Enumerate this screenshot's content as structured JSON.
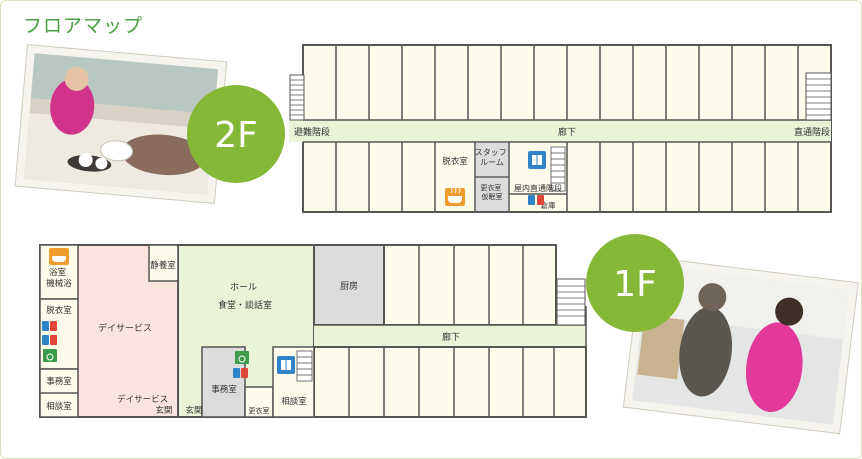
{
  "title": "フロアマップ",
  "floor2": {
    "badge": "2F",
    "labels": {
      "evacuation_stairs": "避難階段",
      "corridor": "廊下",
      "direct_stairs": "直通階段",
      "dressing_room": "脱衣室",
      "staff_room": "スタッフ\nルーム",
      "changing_nap_room": "更衣室\n仮眠室",
      "indoor_direct_stairs": "屋内直通階段",
      "storage": "倉庫"
    }
  },
  "floor1": {
    "badge": "1F",
    "labels": {
      "bathroom_machine": "浴室\n機械浴",
      "rest_room": "静養室",
      "dressing_room": "脱衣室",
      "day_service": "デイサービス",
      "office_left": "事務室",
      "consult_left": "相談室",
      "day_service_entrance": "デイサービス\n玄関",
      "hall": "ホール\n食堂・談話室",
      "kitchen": "厨房",
      "corridor": "廊下",
      "entrance": "玄関",
      "office": "事務室",
      "changing_room": "更衣室",
      "consult": "相談室"
    }
  },
  "colors": {
    "accent_green": "#84b836",
    "title_green": "#49a040",
    "room_fill": "#fdfbe9",
    "corridor_fill": "#e9f3d5",
    "day_service_fill": "#fbe3de",
    "gray_fill": "#dcdcdc",
    "wall": "#555555",
    "icon_blue": "#2f84c8",
    "icon_orange": "#f19b2c",
    "icon_green": "#3c9b4c",
    "icon_red": "#e0463a"
  }
}
